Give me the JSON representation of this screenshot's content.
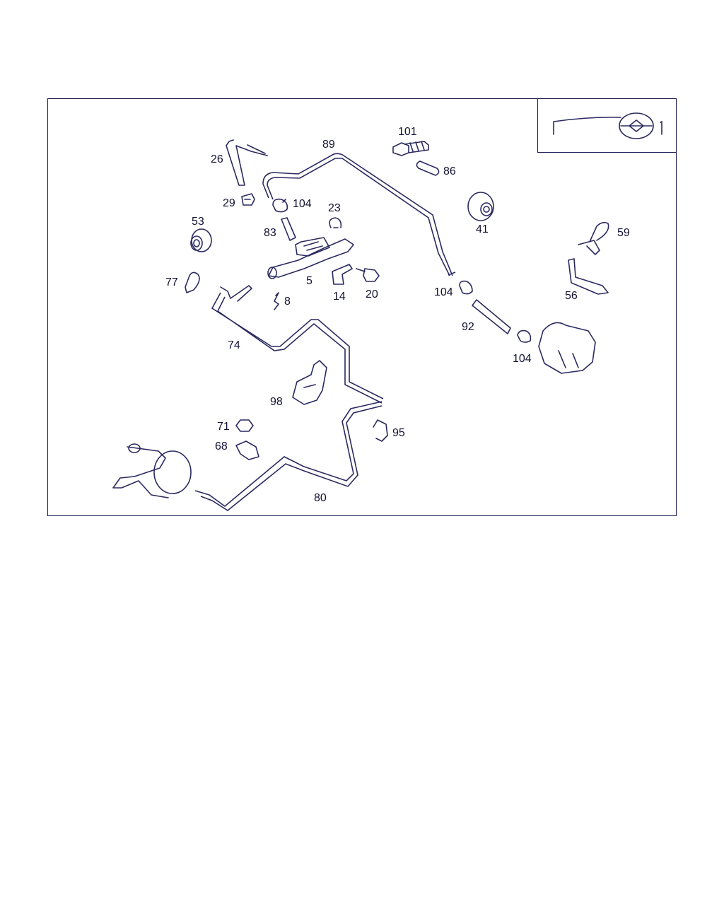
{
  "diagram": {
    "labels": [
      {
        "id": "l26",
        "text": "26"
      },
      {
        "id": "l89",
        "text": "89"
      },
      {
        "id": "l101",
        "text": "101"
      },
      {
        "id": "l86",
        "text": "86"
      },
      {
        "id": "l29",
        "text": "29"
      },
      {
        "id": "l104a",
        "text": "104"
      },
      {
        "id": "l23",
        "text": "23"
      },
      {
        "id": "l53",
        "text": "53"
      },
      {
        "id": "l83",
        "text": "83"
      },
      {
        "id": "l41",
        "text": "41"
      },
      {
        "id": "l59",
        "text": "59"
      },
      {
        "id": "l5",
        "text": "5"
      },
      {
        "id": "l77",
        "text": "77"
      },
      {
        "id": "l14",
        "text": "14"
      },
      {
        "id": "l20",
        "text": "20"
      },
      {
        "id": "l104b",
        "text": "104"
      },
      {
        "id": "l56",
        "text": "56"
      },
      {
        "id": "l8",
        "text": "8"
      },
      {
        "id": "l92",
        "text": "92"
      },
      {
        "id": "l74",
        "text": "74"
      },
      {
        "id": "l104c",
        "text": "104"
      },
      {
        "id": "l98",
        "text": "98"
      },
      {
        "id": "l71",
        "text": "71"
      },
      {
        "id": "l95",
        "text": "95"
      },
      {
        "id": "l68",
        "text": "68"
      },
      {
        "id": "l80",
        "text": "80"
      }
    ]
  }
}
